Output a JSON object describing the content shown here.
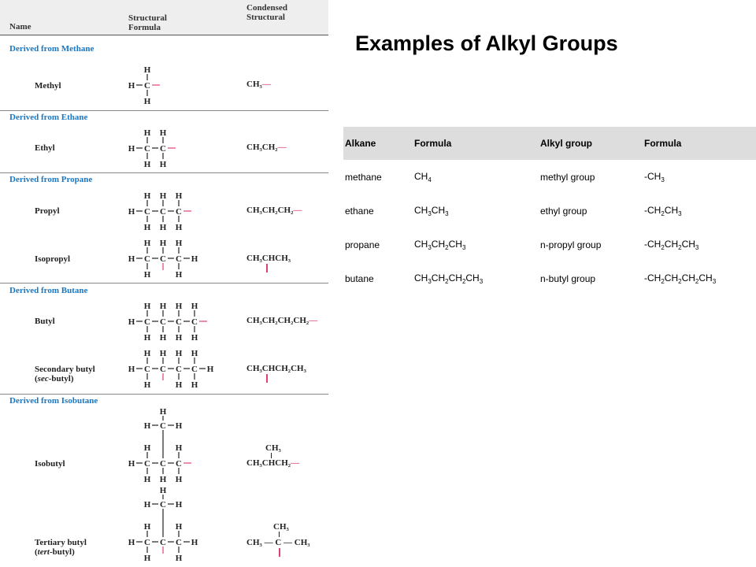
{
  "header": {
    "name": "Name",
    "structural_1": "Structural",
    "structural_2": "Formula",
    "condensed_1": "Condensed",
    "condensed_2": "Structural"
  },
  "sections": {
    "methane": "Derived from Methane",
    "ethane": "Derived from Ethane",
    "propane": "Derived from Propane",
    "butane": "Derived from Butane",
    "isobutane": "Derived from Isobutane"
  },
  "groups": {
    "methyl": "Methyl",
    "ethyl": "Ethyl",
    "propyl": "Propyl",
    "isopropyl": "Isopropyl",
    "butyl": "Butyl",
    "secbutyl_1": "Secondary butyl",
    "secbutyl_2a": "(",
    "secbutyl_2b": "sec",
    "secbutyl_2c": "-butyl)",
    "isobutyl": "Isobutyl",
    "tertbutyl_1": "Tertiary butyl",
    "tertbutyl_2a": "(",
    "tertbutyl_2b": "tert",
    "tertbutyl_2c": "-butyl)"
  },
  "condensed": {
    "methyl": "CH₃",
    "ethyl": "CH₃CH₂",
    "propyl": "CH₃CH₂CH₂",
    "isopropyl": "CH₃CHCH₃",
    "butyl": "CH₃CH₂CH₂CH₂",
    "secbutyl": "CH₃CHCH₂CH₃",
    "isobutyl_top": "CH₃",
    "isobutyl": "CH₃CHCH₂",
    "tert_top": "CH₃",
    "tert_left": "CH₃",
    "tert_c": "C",
    "tert_right": "CH₃",
    "bond": "—"
  },
  "title": "Examples of Alkyl Groups",
  "table": {
    "headers": [
      "Alkane",
      "Formula",
      "Alkyl group",
      "Formula"
    ],
    "rows": [
      {
        "alkane": "methane",
        "group": "methyl group"
      },
      {
        "alkane": "ethane",
        "group": "ethyl group"
      },
      {
        "alkane": "propane",
        "group": "n-propyl group"
      },
      {
        "alkane": "butane",
        "group": "n-butyl group"
      }
    ]
  }
}
